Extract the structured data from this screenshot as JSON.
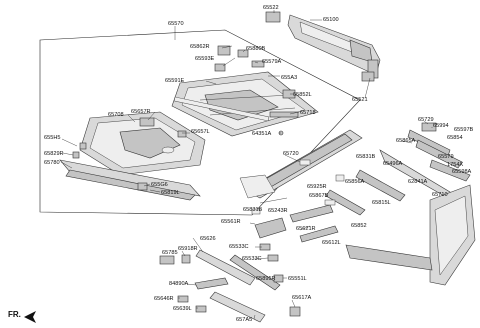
{
  "diagram": {
    "direction_label": "FR.",
    "labels": {
      "l65570": "65570",
      "l65522": "65522",
      "l65100": "65100",
      "l65521": "65521",
      "l65862R": "65862R",
      "l65880B": "65880B",
      "l65593E": "65593E",
      "l65579A": "65579A",
      "l65591E": "65591E",
      "l655A3": "655A3",
      "l65852L": "65852L",
      "l65708": "65708",
      "l65657R": "65657R",
      "l65718": "65718",
      "l65657L": "65657L",
      "l64351A": "64351A",
      "l655H5": "655H5",
      "l65829R": "65829R",
      "l65780": "65780",
      "l655G6": "655G6",
      "l65819L": "65819L",
      "l65729": "65729",
      "l65994": "65994",
      "l65597B": "65597B",
      "l65865A": "65865A",
      "l65854": "65854",
      "l65579": "65579",
      "l1754X": "1754X",
      "l65598A": "65598A",
      "l65720": "65720",
      "l65831B": "65831B",
      "l65496A": "65496A",
      "l65856A": "65856A",
      "l62841A": "62841A",
      "l65925R": "65925R",
      "l65867B": "65867B",
      "l65815L": "65815L",
      "l65710": "65710",
      "l65831B_2": "65831B",
      "l65243R": "65243R",
      "l65561R": "65561R",
      "l65621R": "65621R",
      "l65852": "65852",
      "l65612L": "65612L",
      "l65626": "65626",
      "l65918R": "65918R",
      "l65533C": "65533C",
      "l65785": "65785",
      "l65533C_2": "65533C",
      "l65895R": "65895R",
      "l65551L": "65551L",
      "l84890A": "84890A",
      "l65646R": "65646R",
      "l65639L": "65639L",
      "l65617A": "65617A",
      "l657A5": "657A5"
    }
  }
}
